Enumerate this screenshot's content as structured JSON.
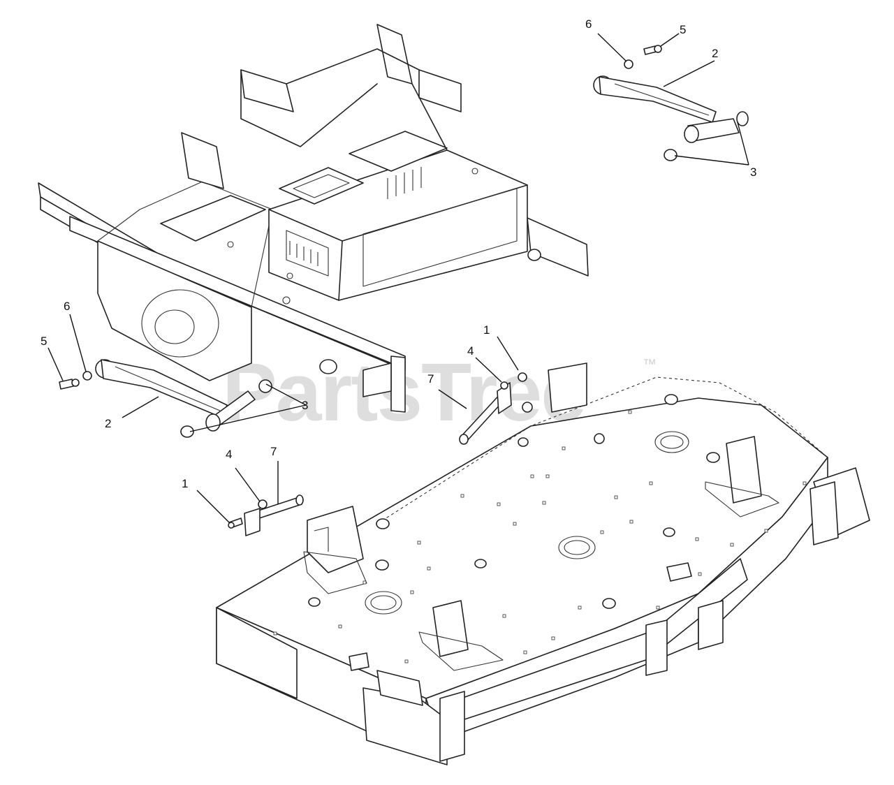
{
  "watermark": {
    "text": "PartsTree",
    "trademark": "™"
  },
  "callouts": [
    {
      "id": "c6-top",
      "label": "6"
    },
    {
      "id": "c5-top",
      "label": "5"
    },
    {
      "id": "c2-top",
      "label": "2"
    },
    {
      "id": "c3-top",
      "label": "3"
    },
    {
      "id": "c6-left",
      "label": "6"
    },
    {
      "id": "c5-left",
      "label": "5"
    },
    {
      "id": "c2-left",
      "label": "2"
    },
    {
      "id": "c3-left",
      "label": "3"
    },
    {
      "id": "c1-right",
      "label": "1"
    },
    {
      "id": "c4-right",
      "label": "4"
    },
    {
      "id": "c7-right",
      "label": "7"
    },
    {
      "id": "c4-left",
      "label": "4"
    },
    {
      "id": "c7-left",
      "label": "7"
    },
    {
      "id": "c1-left",
      "label": "1"
    }
  ]
}
